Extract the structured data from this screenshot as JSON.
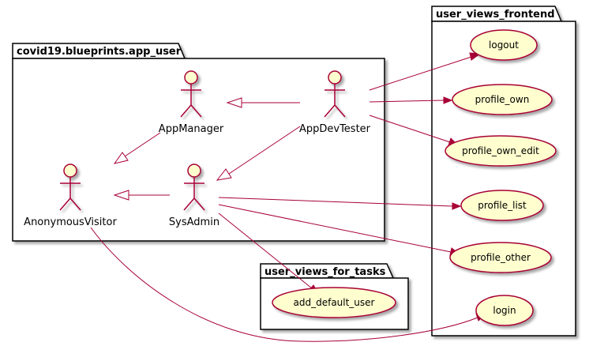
{
  "colors": {
    "actor_fill": "#FEFECE",
    "stroke": "#A80036",
    "package_fill": "#FFFFFF",
    "package_border": "#000000"
  },
  "packages": {
    "app_user": {
      "title": "covid19.blueprints.app_user"
    },
    "frontend": {
      "title": "user_views_frontend"
    },
    "tasks": {
      "title": "user_views_for_tasks"
    }
  },
  "actors": {
    "app_manager": "AppManager",
    "app_dev_tester": "AppDevTester",
    "anonymous_visitor": "AnonymousVisitor",
    "sys_admin": "SysAdmin"
  },
  "use_cases": {
    "logout": "logout",
    "profile_own": "profile_own",
    "profile_own_edit": "profile_own_edit",
    "profile_list": "profile_list",
    "profile_other": "profile_other",
    "login": "login",
    "add_default_user": "add_default_user"
  }
}
